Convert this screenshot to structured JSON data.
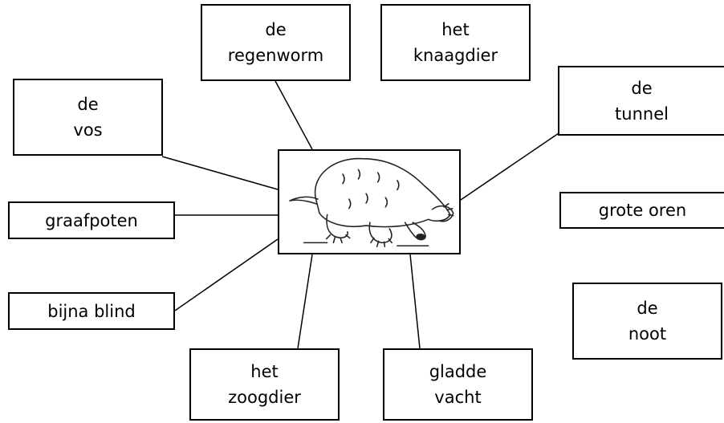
{
  "labels": {
    "regenworm": "de\nregenworm",
    "knaagdier": "het\nknaagdier",
    "tunnel": "de\ntunnel",
    "vos": "de\nvos",
    "graafpoten": "graafpoten",
    "grote_oren": "grote oren",
    "bijna_blind": "bijna blind",
    "noot": "de\nnoot",
    "zoogdier": "het\nzoogdier",
    "gladde_vacht": "gladde\nvacht"
  },
  "center_image": {
    "subject": "mole",
    "description_icon": "mole-drawing"
  }
}
